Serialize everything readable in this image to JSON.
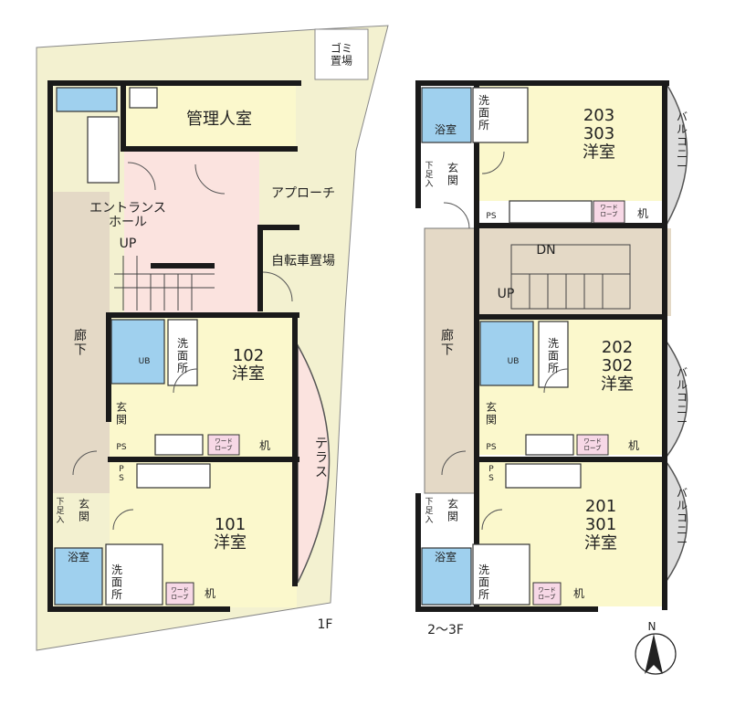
{
  "floor1": {
    "floor_label": "1F",
    "rooms": {
      "garbage": "ゴミ\n置場",
      "manager": "管理人室",
      "approach": "アプローチ",
      "entrance_hall": "エントランス\nホール",
      "up": "UP",
      "bicycle": "自転車置場",
      "corridor": "廊\n下",
      "terrace": "テ\nラ\nス",
      "room102": "102\n洋室",
      "room101": "101\n洋室",
      "ub": "UB",
      "washroom102": "洗\n面\n所",
      "washroom101": "洗\n面\n所",
      "genkan102": "玄\n関",
      "genkan101": "玄\n関",
      "shoebox101": "下\n足\n入",
      "bath101": "浴室",
      "ps102": "PS",
      "ps101": "P\nS",
      "wardrobe102": "ワード\nローブ",
      "wardrobe101": "ワード\nローブ",
      "desk102": "机",
      "desk101": "机"
    }
  },
  "floor23": {
    "floor_label": "2〜3F",
    "rooms": {
      "bath_top": "浴室",
      "washroom_top": "洗\n面\n所",
      "room203": "203\n303\n洋室",
      "balcony_top": "バ\nル\nコ\nニ\nー",
      "shoebox_top": "下\n足\n入",
      "genkan_top": "玄\n関",
      "ps_top": "PS",
      "wardrobe_top": "ワード\nローブ",
      "desk_top": "机",
      "dn": "DN",
      "up": "UP",
      "corridor": "廊\n下",
      "ub": "UB",
      "washroom_mid": "洗\n面\n所",
      "room202": "202\n302\n洋室",
      "balcony_mid": "バ\nル\nコ\nニ\nー",
      "genkan_mid": "玄\n関",
      "ps_mid": "PS",
      "wardrobe_mid": "ワード\nローブ",
      "desk_mid": "机",
      "ps_low": "P\nS",
      "shoebox_bot": "下\n足\n入",
      "genkan_bot": "玄\n関",
      "room201": "201\n301\n洋室",
      "balcony_bot": "バ\nル\nコ\nニ\nー",
      "bath_bot": "浴室",
      "washroom_bot": "洗\n面\n所",
      "wardrobe_bot": "ワード\nローブ",
      "desk_bot": "机"
    }
  },
  "compass": {
    "label": "N"
  },
  "colors": {
    "site": "#f3f1d0",
    "room": "#fbf8cc",
    "entrance": "#fbe3df",
    "corridor": "#e4d9c6",
    "balcony": "#dcdcdc",
    "kitchen": "#ffffff",
    "wall": "#1a1a1a",
    "fixture": "#9fd0ee",
    "washroom": "#ffffff",
    "wardrobe": "#f7d8e6"
  }
}
